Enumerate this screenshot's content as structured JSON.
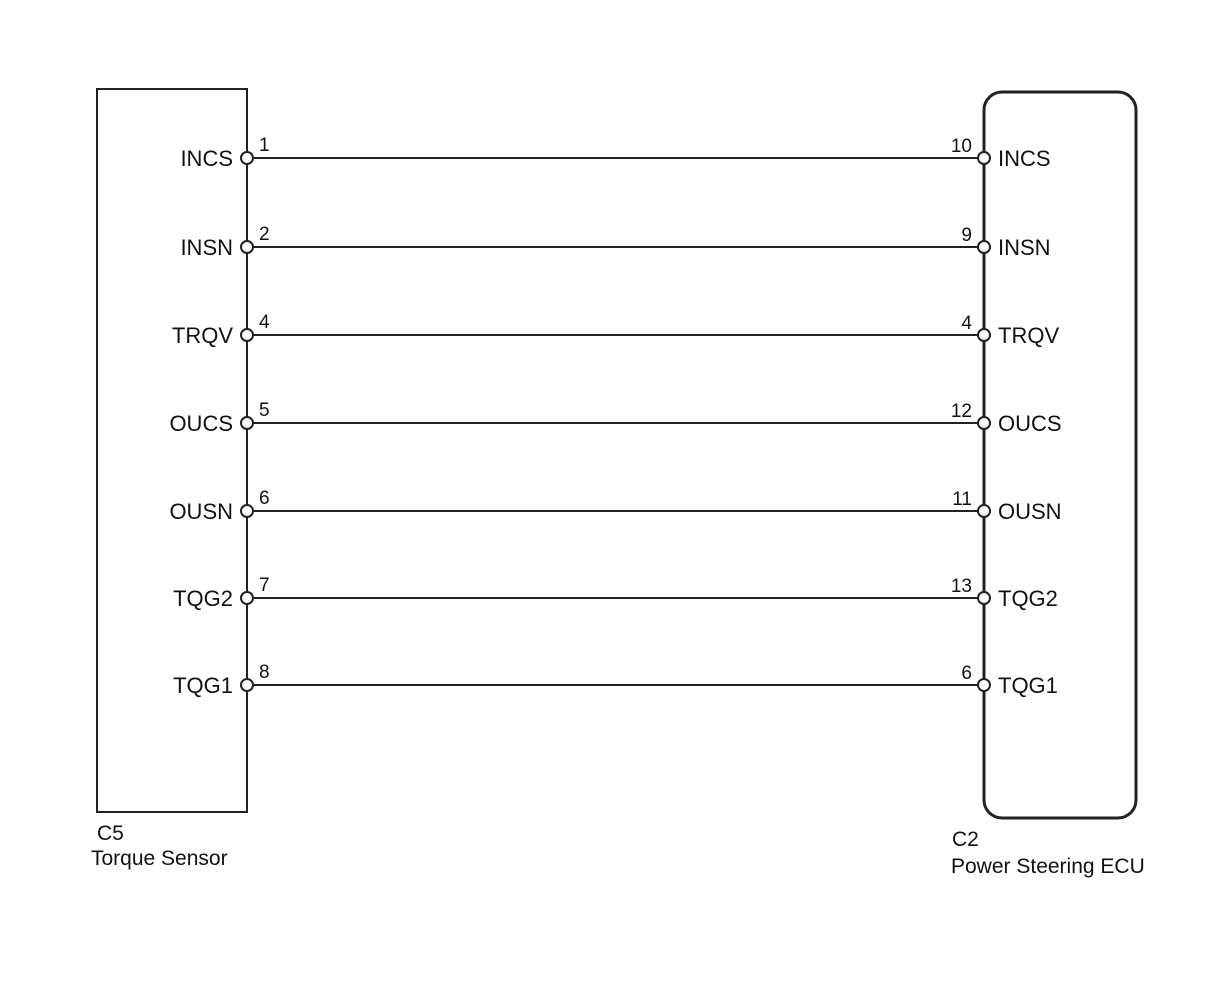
{
  "left_component": {
    "code": "C5",
    "name": "Torque Sensor"
  },
  "right_component": {
    "code": "C2",
    "name": "Power Steering ECU"
  },
  "wires": [
    {
      "left_signal": "INCS",
      "left_pin": "1",
      "right_pin": "10",
      "right_signal": "INCS"
    },
    {
      "left_signal": "INSN",
      "left_pin": "2",
      "right_pin": "9",
      "right_signal": "INSN"
    },
    {
      "left_signal": "TRQV",
      "left_pin": "4",
      "right_pin": "4",
      "right_signal": "TRQV"
    },
    {
      "left_signal": "OUCS",
      "left_pin": "5",
      "right_pin": "12",
      "right_signal": "OUCS"
    },
    {
      "left_signal": "OUSN",
      "left_pin": "6",
      "right_pin": "11",
      "right_signal": "OUSN"
    },
    {
      "left_signal": "TQG2",
      "left_pin": "7",
      "right_pin": "13",
      "right_signal": "TQG2"
    },
    {
      "left_signal": "TQG1",
      "left_pin": "8",
      "right_pin": "6",
      "right_signal": "TQG1"
    }
  ]
}
